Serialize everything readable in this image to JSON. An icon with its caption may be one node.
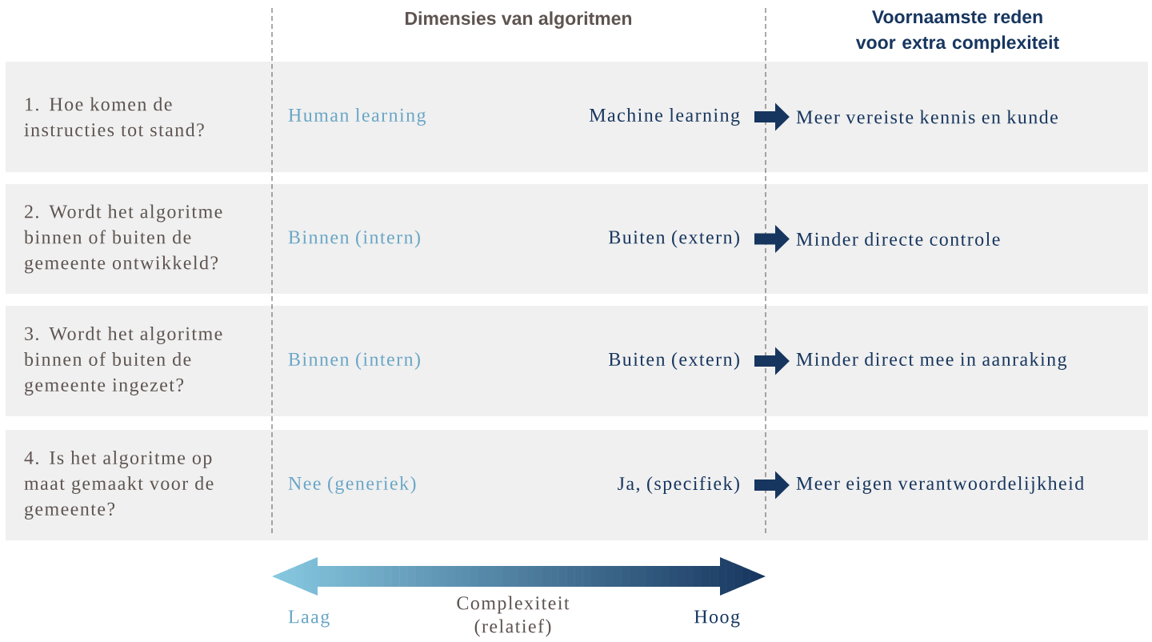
{
  "diagram": {
    "nodes": [
      {
        "text": [
          "1. Hoe komen de instructies tot stand?"
        ]
      },
      {
        "text": [
          "Human learning"
        ]
      },
      {
        "text": [
          "Machine learning"
        ]
      },
      {
        "text": [
          "Meer vereiste kennis en kunde"
        ]
      },
      {
        "text": [
          "2. Wordt het algoritme binnen of buiten de gemeente ontwikkeld?"
        ]
      },
      {
        "text": [
          "Binnen (intern)"
        ]
      },
      {
        "text": [
          "Buiten (extern)"
        ]
      },
      {
        "text": [
          "Minder directe controle"
        ]
      },
      {
        "text": [
          "3. Wordt het algoritme binnen of buiten de gemeente ingezet?"
        ]
      },
      {
        "text": [
          "Binnen (intern)"
        ]
      },
      {
        "text": [
          "Buiten (extern)"
        ]
      },
      {
        "text": [
          "Minder direct mee in aanraking"
        ]
      },
      {
        "text": [
          "4. Is het algoritme op maat gemaakt voor de gemeente?"
        ]
      },
      {
        "text": [
          "Nee (generiek)"
        ]
      },
      {
        "text": [
          "Ja, (specifiek)"
        ]
      },
      {
        "text": [
          "Meer eigen verantwoordelijkheid"
        ]
      }
    ],
    "edges": [
      {
        "from": 2,
        "to": 3,
        "arrow": "to"
      },
      {
        "from": 6,
        "to": 7,
        "arrow": "to"
      },
      {
        "from": 10,
        "to": 11,
        "arrow": "to"
      },
      {
        "from": 14,
        "to": 15,
        "arrow": "to"
      }
    ],
    "labels": [
      "Dimensies van algoritmen",
      "Voornaamste reden voor extra complexiteit",
      "Laag",
      "Complexiteit (relatief)",
      "Hoog"
    ]
  }
}
